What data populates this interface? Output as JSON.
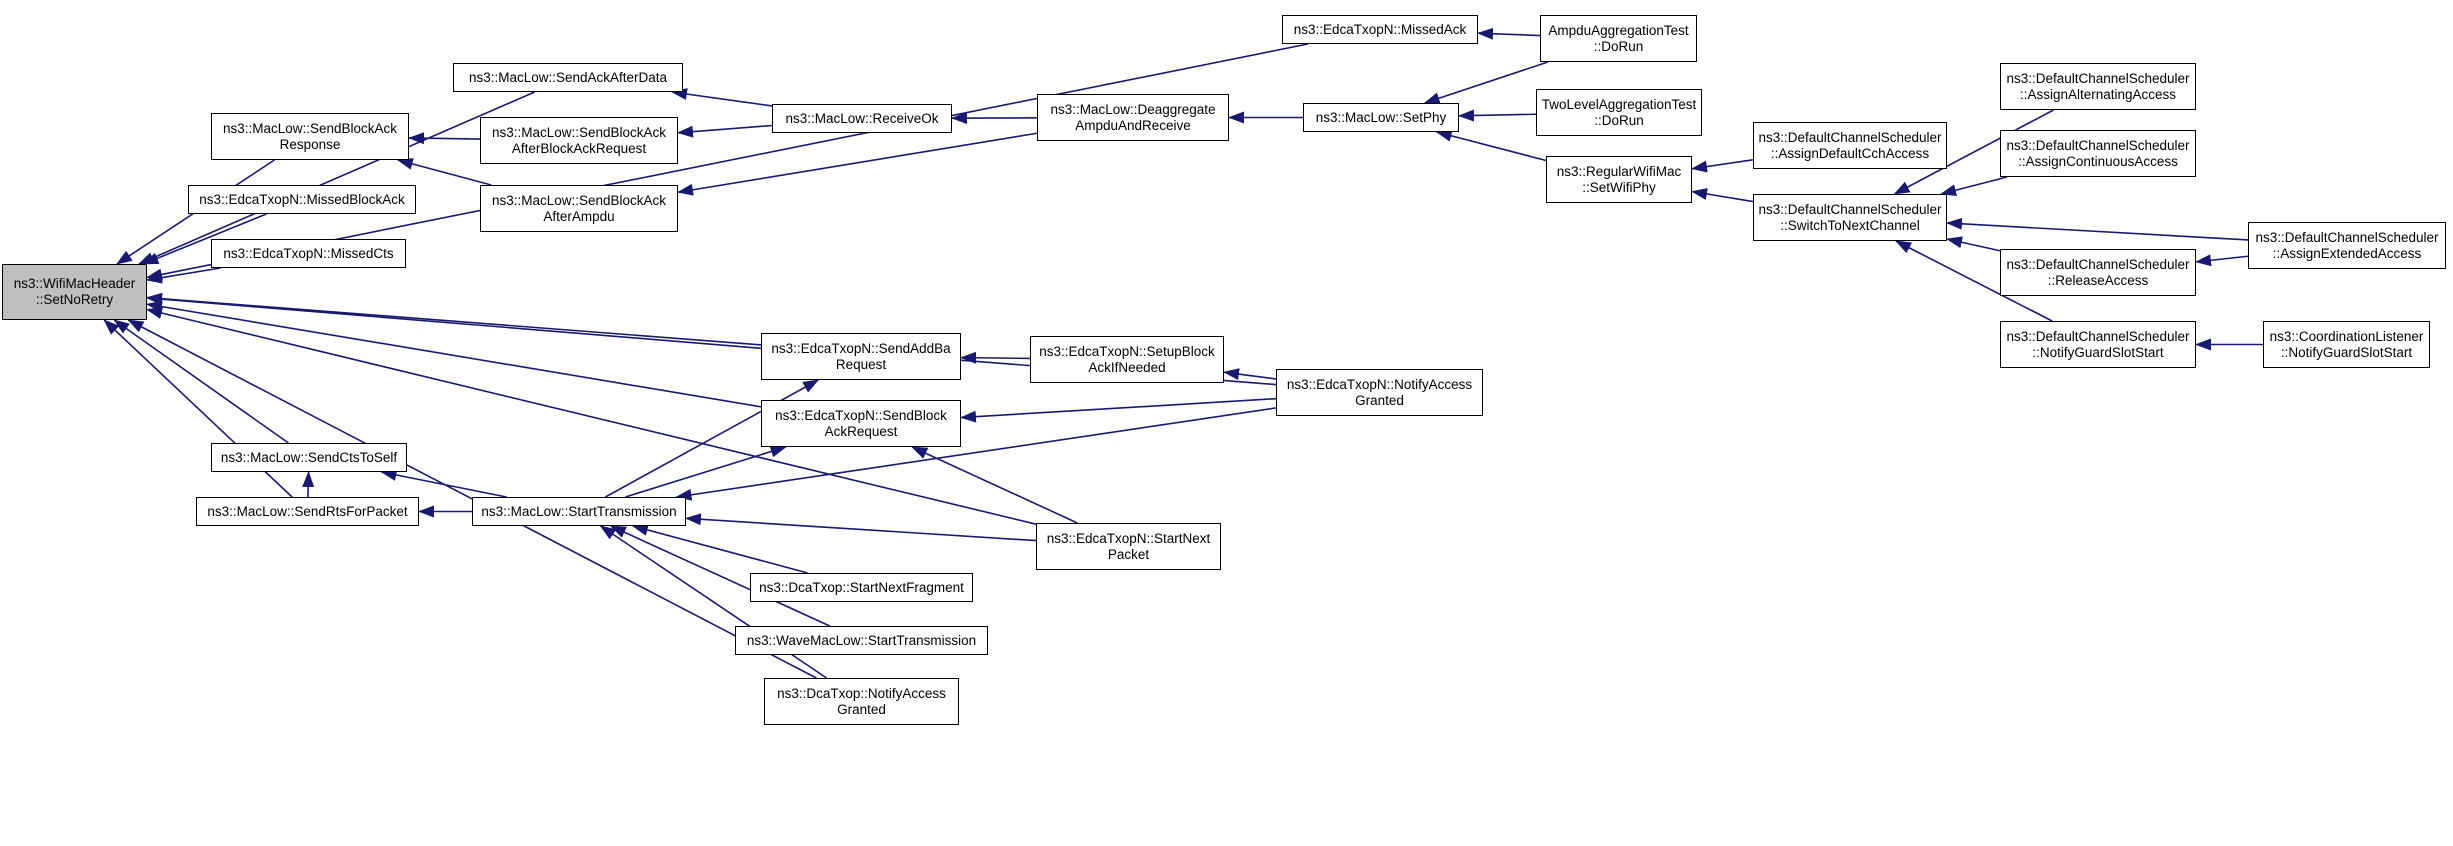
{
  "colors": {
    "edge": "#191970",
    "node_border": "#000000",
    "root_fill": "#bfbfbf",
    "node_fill": "#ffffff"
  },
  "nodes": {
    "root": {
      "l1": "ns3::WifiMacHeader",
      "l2": "::SetNoRetry"
    },
    "missedAck": {
      "l1": "ns3::EdcaTxopN::MissedAck"
    },
    "sendAckAfterData": {
      "l1": "ns3::MacLow::SendAckAfterData"
    },
    "sendBlockAckResponse": {
      "l1": "ns3::MacLow::SendBlockAck",
      "l2": "Response"
    },
    "sendBlockAckAfterBAR": {
      "l1": "ns3::MacLow::SendBlockAck",
      "l2": "AfterBlockAckRequest"
    },
    "receiveOk": {
      "l1": "ns3::MacLow::ReceiveOk"
    },
    "deaggregate": {
      "l1": "ns3::MacLow::Deaggregate",
      "l2": "AmpduAndReceive"
    },
    "setPhy": {
      "l1": "ns3::MacLow::SetPhy"
    },
    "ampduTest": {
      "l1": "AmpduAggregationTest",
      "l2": "::DoRun"
    },
    "twoLevelTest": {
      "l1": "TwoLevelAggregationTest",
      "l2": "::DoRun"
    },
    "regularWifiMac": {
      "l1": "ns3::RegularWifiMac",
      "l2": "::SetWifiPhy"
    },
    "assignDefaultCch": {
      "l1": "ns3::DefaultChannelScheduler",
      "l2": "::AssignDefaultCchAccess"
    },
    "switchToNext": {
      "l1": "ns3::DefaultChannelScheduler",
      "l2": "::SwitchToNextChannel"
    },
    "assignAlternating": {
      "l1": "ns3::DefaultChannelScheduler",
      "l2": "::AssignAlternatingAccess"
    },
    "assignContinuous": {
      "l1": "ns3::DefaultChannelScheduler",
      "l2": "::AssignContinuousAccess"
    },
    "assignExtended": {
      "l1": "ns3::DefaultChannelScheduler",
      "l2": "::AssignExtendedAccess"
    },
    "releaseAccess": {
      "l1": "ns3::DefaultChannelScheduler",
      "l2": "::ReleaseAccess"
    },
    "notifyGuardSlot": {
      "l1": "ns3::DefaultChannelScheduler",
      "l2": "::NotifyGuardSlotStart"
    },
    "coordListener": {
      "l1": "ns3::CoordinationListener",
      "l2": "::NotifyGuardSlotStart"
    },
    "missedBlockAck": {
      "l1": "ns3::EdcaTxopN::MissedBlockAck"
    },
    "sendBlockAckAfterAmpdu": {
      "l1": "ns3::MacLow::SendBlockAck",
      "l2": "AfterAmpdu"
    },
    "missedCts": {
      "l1": "ns3::EdcaTxopN::MissedCts"
    },
    "sendAddBa": {
      "l1": "ns3::EdcaTxopN::SendAddBa",
      "l2": "Request"
    },
    "setupBlockAck": {
      "l1": "ns3::EdcaTxopN::SetupBlock",
      "l2": "AckIfNeeded"
    },
    "notifyAccessGranted": {
      "l1": "ns3::EdcaTxopN::NotifyAccess",
      "l2": "Granted"
    },
    "sendBlockAckRequest": {
      "l1": "ns3::EdcaTxopN::SendBlock",
      "l2": "AckRequest"
    },
    "sendCtsToSelf": {
      "l1": "ns3::MacLow::SendCtsToSelf"
    },
    "sendRtsForPacket": {
      "l1": "ns3::MacLow::SendRtsForPacket"
    },
    "startTransmission": {
      "l1": "ns3::MacLow::StartTransmission"
    },
    "startNextPacket": {
      "l1": "ns3::EdcaTxopN::StartNext",
      "l2": "Packet"
    },
    "dcaStartNextFragment": {
      "l1": "ns3::DcaTxop::StartNextFragment"
    },
    "waveStartTransmission": {
      "l1": "ns3::WaveMacLow::StartTransmission"
    },
    "dcaNotifyAccess": {
      "l1": "ns3::DcaTxop::NotifyAccess",
      "l2": "Granted"
    }
  },
  "edges": [
    {
      "from": "missedAck",
      "to": "root"
    },
    {
      "from": "sendAckAfterData",
      "to": "root"
    },
    {
      "from": "sendBlockAckResponse",
      "to": "root"
    },
    {
      "from": "missedBlockAck",
      "to": "root"
    },
    {
      "from": "missedCts",
      "to": "root"
    },
    {
      "from": "notifyAccessGranted",
      "to": "root"
    },
    {
      "from": "sendAddBa",
      "to": "root"
    },
    {
      "from": "sendBlockAckRequest",
      "to": "root"
    },
    {
      "from": "sendCtsToSelf",
      "to": "root"
    },
    {
      "from": "sendRtsForPacket",
      "to": "root"
    },
    {
      "from": "dcaNotifyAccess",
      "to": "root"
    },
    {
      "from": "startNextPacket",
      "to": "root"
    },
    {
      "from": "ampduTest",
      "to": "missedAck"
    },
    {
      "from": "receiveOk",
      "to": "sendAckAfterData"
    },
    {
      "from": "sendBlockAckAfterBAR",
      "to": "sendBlockAckResponse"
    },
    {
      "from": "sendBlockAckAfterAmpdu",
      "to": "sendBlockAckResponse"
    },
    {
      "from": "receiveOk",
      "to": "sendBlockAckAfterBAR"
    },
    {
      "from": "deaggregate",
      "to": "receiveOk"
    },
    {
      "from": "deaggregate",
      "to": "sendBlockAckAfterAmpdu"
    },
    {
      "from": "setPhy",
      "to": "deaggregate"
    },
    {
      "from": "ampduTest",
      "to": "setPhy"
    },
    {
      "from": "twoLevelTest",
      "to": "setPhy"
    },
    {
      "from": "regularWifiMac",
      "to": "setPhy"
    },
    {
      "from": "assignDefaultCch",
      "to": "regularWifiMac"
    },
    {
      "from": "switchToNext",
      "to": "regularWifiMac"
    },
    {
      "from": "assignAlternating",
      "to": "switchToNext"
    },
    {
      "from": "assignContinuous",
      "to": "switchToNext"
    },
    {
      "from": "assignExtended",
      "to": "switchToNext"
    },
    {
      "from": "releaseAccess",
      "to": "switchToNext"
    },
    {
      "from": "notifyGuardSlot",
      "to": "switchToNext"
    },
    {
      "from": "assignExtended",
      "to": "releaseAccess"
    },
    {
      "from": "coordListener",
      "to": "notifyGuardSlot"
    },
    {
      "from": "setupBlockAck",
      "to": "sendAddBa"
    },
    {
      "from": "notifyAccessGranted",
      "to": "setupBlockAck"
    },
    {
      "from": "notifyAccessGranted",
      "to": "sendBlockAckRequest"
    },
    {
      "from": "startNextPacket",
      "to": "sendBlockAckRequest"
    },
    {
      "from": "sendRtsForPacket",
      "to": "sendCtsToSelf"
    },
    {
      "from": "startTransmission",
      "to": "sendCtsToSelf"
    },
    {
      "from": "startTransmission",
      "to": "sendRtsForPacket"
    },
    {
      "from": "startTransmission",
      "to": "sendAddBa"
    },
    {
      "from": "startTransmission",
      "to": "sendBlockAckRequest"
    },
    {
      "from": "notifyAccessGranted",
      "to": "startTransmission"
    },
    {
      "from": "startNextPacket",
      "to": "startTransmission"
    },
    {
      "from": "dcaStartNextFragment",
      "to": "startTransmission"
    },
    {
      "from": "waveStartTransmission",
      "to": "startTransmission"
    },
    {
      "from": "dcaNotifyAccess",
      "to": "startTransmission"
    }
  ]
}
